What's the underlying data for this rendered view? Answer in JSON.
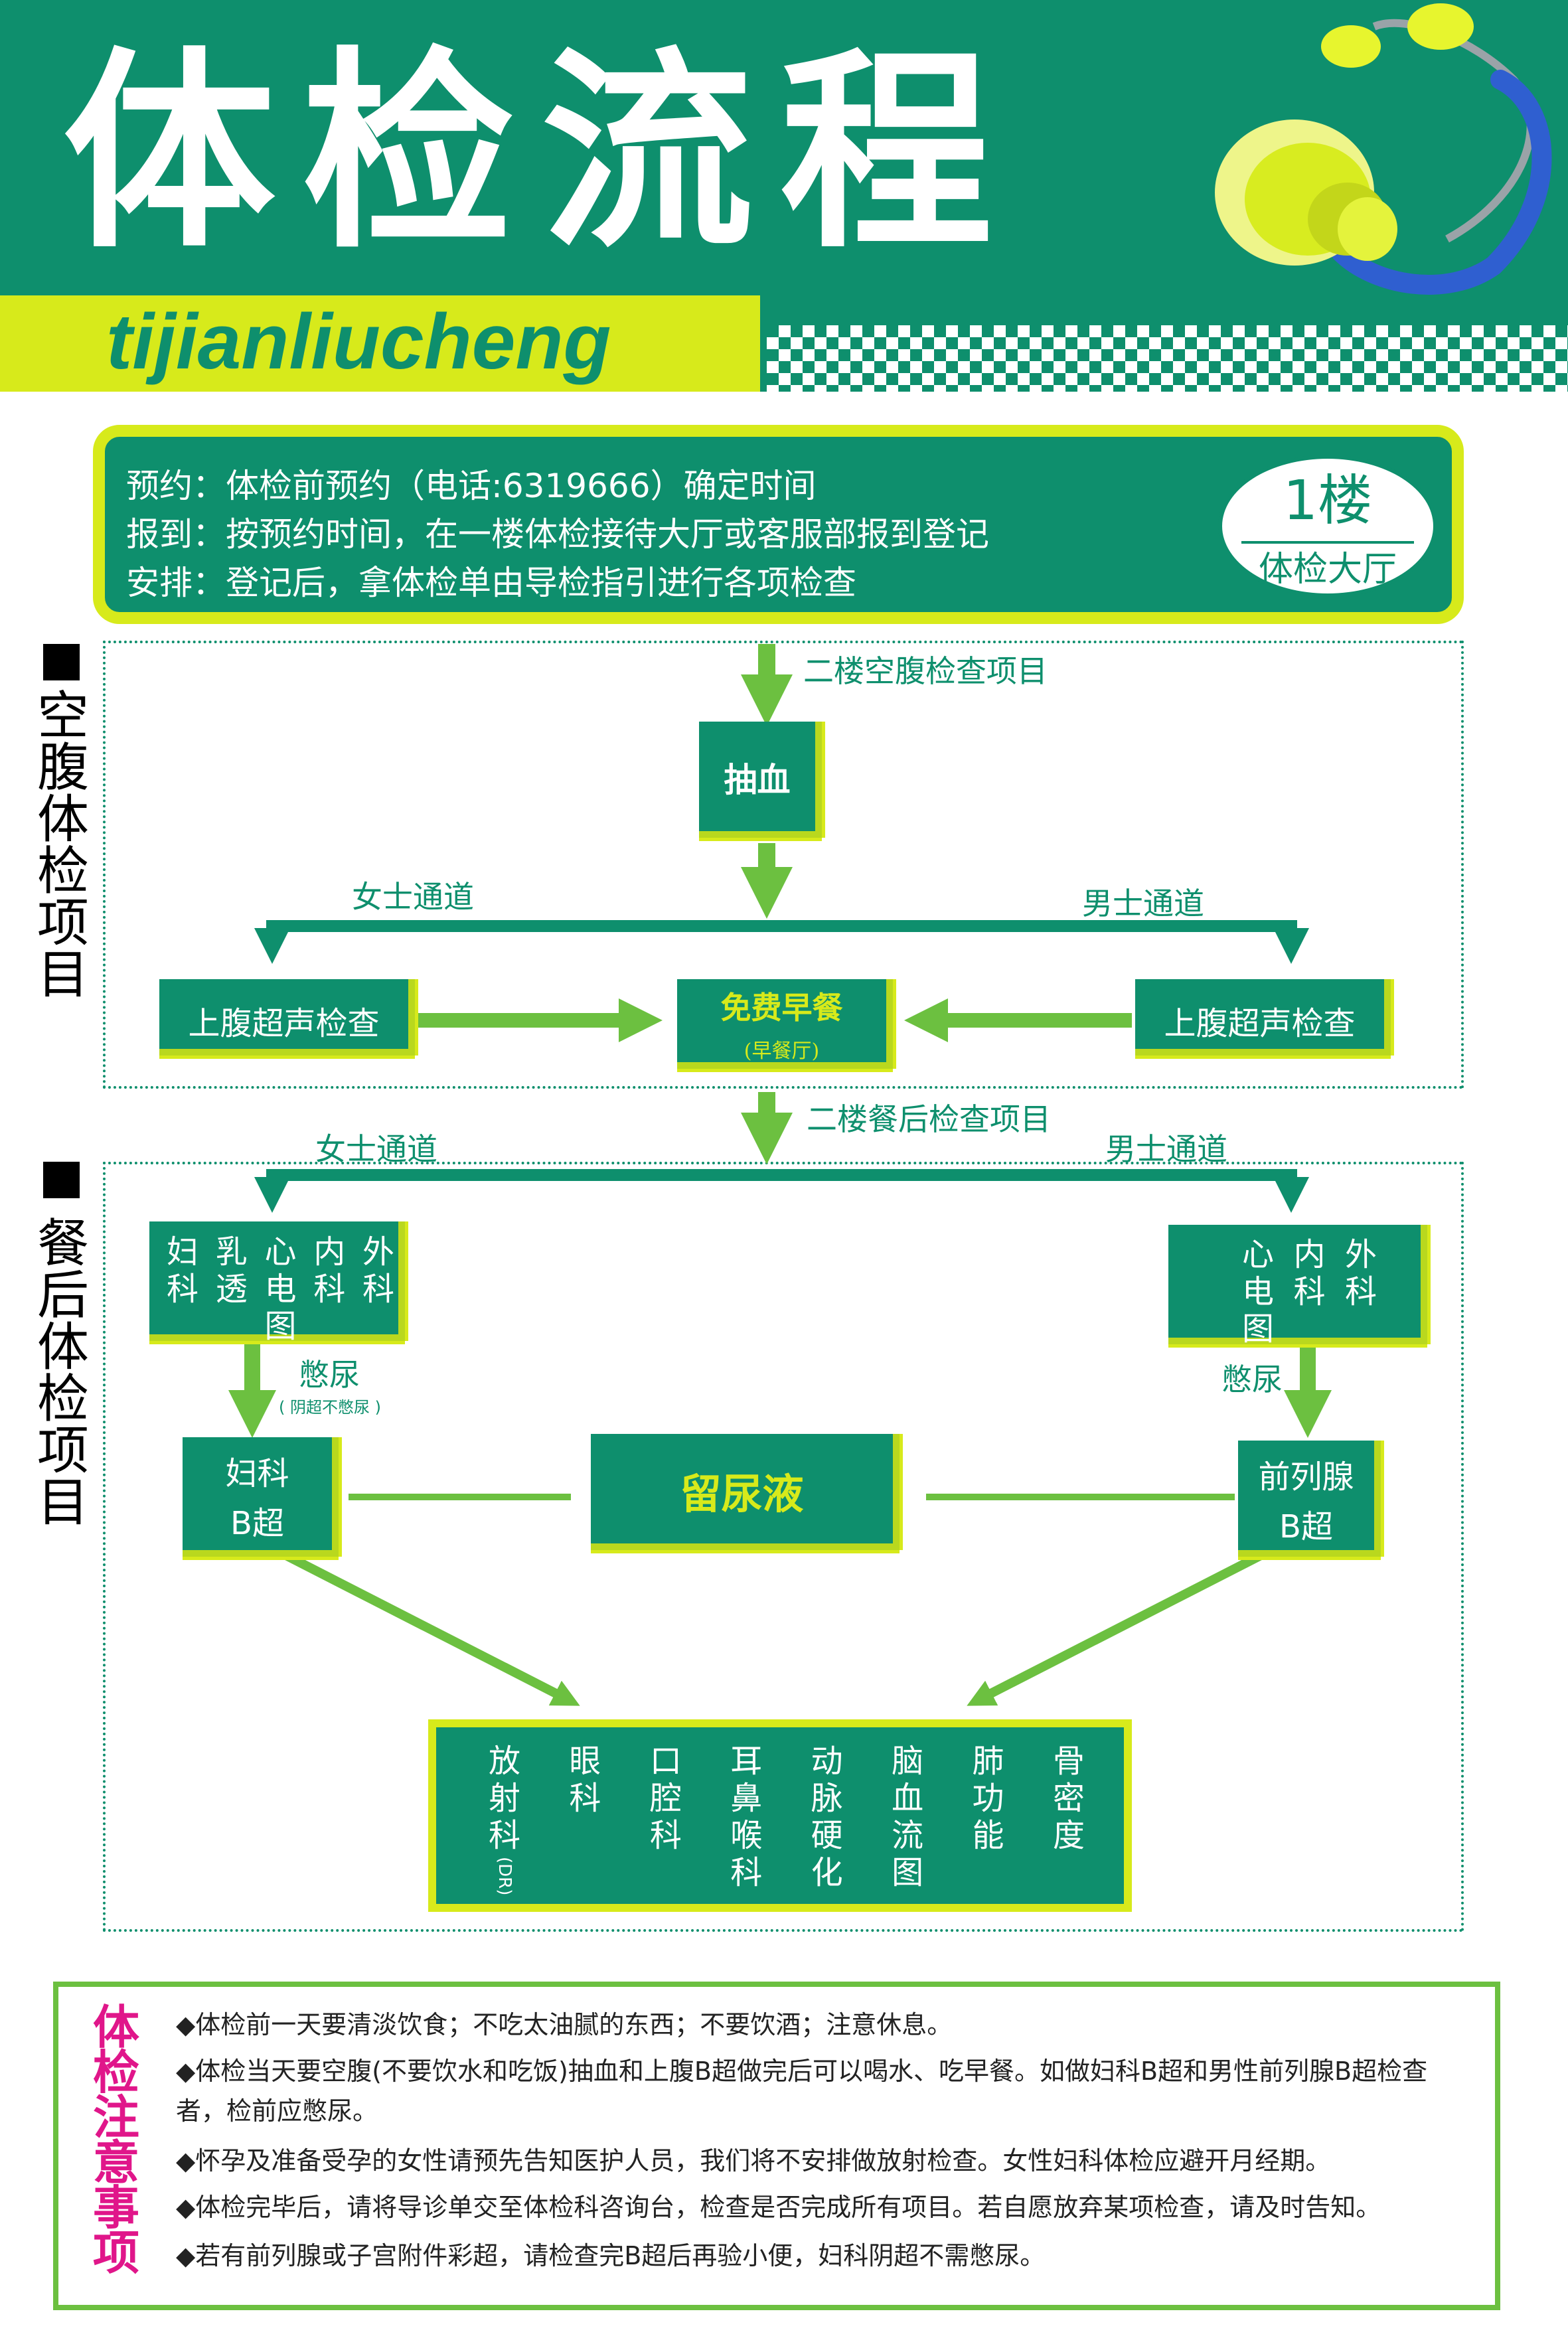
{
  "header": {
    "title": "体检流程",
    "pinyin": "tijianliucheng"
  },
  "intro": {
    "lines": [
      "预约：体检前预约（电话:6319666）确定时间",
      "报到：按预约时间，在一楼体检接待大厅或客服部报到登记",
      "安排：登记后，拿体检单由导检指引进行各项检查"
    ],
    "floor_number": "1楼",
    "floor_name": "体检大厅"
  },
  "fasting": {
    "side_label": "空腹体检项目",
    "flow_label": "二楼空腹检查项目",
    "blood_draw": "抽血",
    "women_channel": "女士通道",
    "men_channel": "男士通道",
    "ultrasound_left": "上腹超声检查",
    "ultrasound_right": "上腹超声检查",
    "breakfast": "免费早餐",
    "breakfast_place": "(早餐厅)"
  },
  "post_meal": {
    "side_label": "餐后体检项目",
    "flow_label": "二楼餐后检查项目",
    "women_channel": "女士通道",
    "men_channel": "男士通道",
    "women_items": [
      "妇科",
      "乳透",
      "心电图",
      "内科",
      "外科"
    ],
    "men_items": [
      "心电图",
      "内科",
      "外科"
    ],
    "hold_urine_left": "憋尿",
    "hold_urine_note": "( 阴超不憋尿 )",
    "hold_urine_right": "憋尿",
    "gyn_bscan_1": "妇科",
    "gyn_bscan_2": "B超",
    "urine_sample": "留尿液",
    "prostate_1": "前列腺",
    "prostate_2": "B超",
    "final_items": [
      "放射科",
      "眼科",
      "口腔科",
      "耳鼻喉科",
      "动脉硬化",
      "脑血流图",
      "肺功能",
      "骨密度"
    ],
    "final_suffix": "(DR)"
  },
  "notes": {
    "title": "体检注意事项",
    "items": [
      "◆体检前一天要清淡饮食；不吃太油腻的东西；不要饮酒；注意休息。",
      "◆体检当天要空腹(不要饮水和吃饭)抽血和上腹B超做完后可以喝水、吃早餐。如做妇科B超和男性前列腺B超检查者，检前应憋尿。",
      "◆怀孕及准备受孕的女性请预先告知医护人员，我们将不安排做放射检查。女性妇科体检应避开月经期。",
      "◆体检完毕后，请将导诊单交至体检科咨询台，检查是否完成所有项目。若自愿放弃某项检查，请及时告知。",
      "◆若有前列腺或子宫附件彩超，请检查完B超后再验小便，妇科阴超不需憋尿。"
    ]
  },
  "colors": {
    "brand_green": "#0e8f6d",
    "accent_yellow": "#d7ea1b",
    "arrow_green": "#6cc040",
    "notes_title": "#e0168a"
  }
}
